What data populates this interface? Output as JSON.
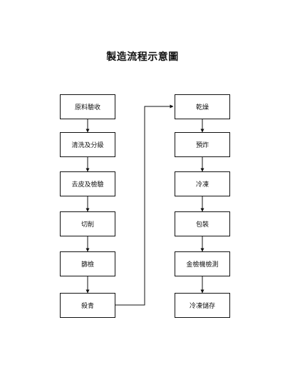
{
  "title": "製造流程示意圖",
  "left_steps": [
    "原料驗收",
    "清洗及分級",
    "去皮及檢驗",
    "切削",
    "篩檢",
    "殺青"
  ],
  "right_steps": [
    "乾燥",
    "預炸",
    "冷凍",
    "包裝",
    "金檢機檢測",
    "冷凍儲存"
  ]
}
